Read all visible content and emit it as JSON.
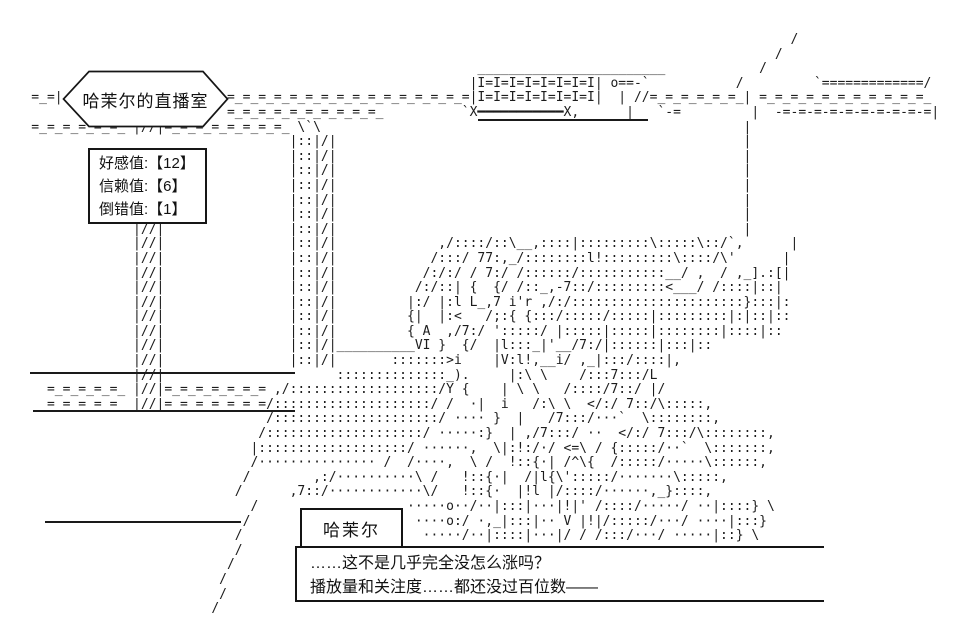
{
  "colors": {
    "ink": "#1a1a1a",
    "background": "#ffffff"
  },
  "scene": {
    "sign": {
      "label": "哈茉尔的直播室"
    },
    "stats": {
      "lines": [
        "好感值:【12】",
        "信赖值:【6】",
        "倒错值:【1】"
      ]
    },
    "dialog": {
      "speaker": "哈茉尔",
      "lines": [
        "……这不是几乎完全没怎么涨吗？",
        "播放量和关注度……都还没过百位数——"
      ]
    },
    "ascii_art": "                                                                                                     /\n                                                                                                   /\n                                                             ________________________            /\n                                                            |I=I=I=I=I=I=I=I| o==-`           /         `=============/\n    =_=|                     =_=_=_=_=_=_=_=_=_=_=_=_=_=_=_=|I=I=I=I=I=I=I=I|  | //=_=_=_=_=_=_| =_=_=_=_=_=_=_=_=_=_=_\n                             =_=_=_=_=_=_=_=_=_=_          `X━━━━━━━━━━━X,      |   `-=         |  -=-=-=-=-=-=-=-=-=-=|\n    =_=_=_=_=_=_ |//|=_=_=_=_=_=_=_=_ \\`\\                                                      |\n                                     |::|/|                                                    |\n                                     |::|/|                                                    |\n                                     |::|/|                                                    |\n                                     |::|/|                                                    |\n                                     |::|/|                                                    |\n                                     |::|/|                                                    |\n                 |//|                |::|/|                                                    |\n                 |//|                |::|/|             ,/::::/::\\__,::::|:::::::::\\:::::\\::/`,      |\n                 |//|                |::|/|            /:::/ 77:,_/::::::::l!:::::::::\\::::/\\'      |\n                 |//|                |::|/|           /:/:/ / 7:/ /::::::/:::::::::::__/ ,  / ,_].:[|\n                 |//|                |::|/|          /:/::| {  {/ /::_,-7::/:::::::::<___/ /::::|::|\n                 |//|                |::|/|         |:/ |:l L_,7 i'r ,/:/::::::::::::::::::::::}:::|:\n                 |//|                |::|/|         {|  |:<   /;:{ {:::/:::::/:::::|:::::::::|:|::|::\n                 |//|                |::|/|         { A  ,/7:/ ':::::/ |:::::|:::::|::::::::|::::|::\n                 |//|                |::|/|__________VI }  {/  |l:::_|'__/7:/|::::::|:::|::\n                 |//|                |::|/|       :::::::>i    |V:l!,__i/ ,_|:::/::::|,\n                 |//|                      ::::::::::::::_).     |:\\ \\    /:::7:::/L\n      =_=_=_=_=_ |//|=_=_=_=_=_=_= ,/:::::::::::::::::::/Y {    | \\ \\   /::::/7::/ |/\n      =_=_=_=_=_ |//|=_=_=_=_=_=_=/::::::::::::::::::::/ /  ·|  i   /:\\ \\  </:/ 7::/\\:::::,\n                                  /:::::::::::::::::::::/ ···· }  |   /7:::/···`  \\::::::::,\n                                 /::::::::::::::::::::/ ·····:}  | ,/7:::/ ··  </:/ 7:::/\\::::::::,\n                                |:::::::::::::::::::/ ······,  \\|:!:/·/ <=\\ / {:::::/··`  \\:::::::,\n                                /··············· /  /····,  \\ /  !::{·| /^\\{  /:::::/·····\\::::::,\n                               /        ,:/··········\\ /   !::{·|  /|l{\\':::::/·······\\:::::,\n                              /      ,7::/············\\/   !::{·  |!l |/::::/······,_}::::,\n                                /                   ·····o··/··|:::|···|!|' /::::/·····/ ··|::::} \\\n                               /                     ····o:/ ·,_|:::|·· V |!|/:::::/···/ ····|:::}\n                              /                       ·····/··|::::|···|/ / /:::/···/ ·····|::} \\\n                              /\n                             /\n                            /\n                            /\n                           /"
  }
}
